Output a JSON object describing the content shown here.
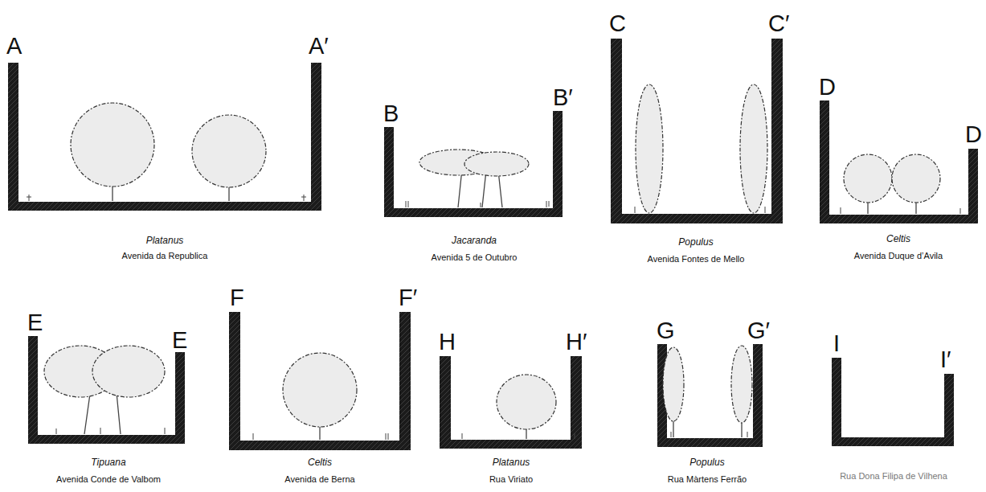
{
  "diagram": {
    "labels": [
      "A",
      "A′",
      "Platanus",
      "Avenida da Republica",
      "B",
      "B′",
      "Jacaranda",
      "Avenida 5 de Outubro",
      "C",
      "C′",
      "Populus",
      "Avenida Fontes de Mello",
      "D",
      "D",
      "Celtis",
      "Avenida Duque d’Avila",
      "E",
      "E",
      "Tipuana",
      "Avenida Conde de Valbom",
      "F",
      "F′",
      "Celtis",
      "Avenida de Berna",
      "H",
      "H′",
      "Platanus",
      "Rua Viriato",
      "G",
      "G′",
      "Populus",
      "Rua Màrtens Ferrão",
      "I",
      "I′",
      "Rua Dona Filipa de Vilhena"
    ]
  }
}
